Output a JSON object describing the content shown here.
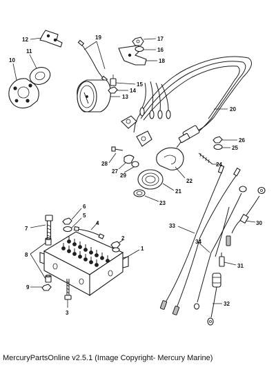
{
  "footer": {
    "text": "MercuryPartsOnline v2.5.1 (Image Copyright- Mercury Marine)"
  },
  "callouts": {
    "c1": "1",
    "c2": "2",
    "c3": "3",
    "c4": "4",
    "c5": "5",
    "c6": "6",
    "c7": "7",
    "c8": "8",
    "c9": "9",
    "c10": "10",
    "c11": "11",
    "c12": "12",
    "c13": "13",
    "c14": "14",
    "c15": "15",
    "c16": "16",
    "c17": "17",
    "c18": "18",
    "c19": "19",
    "c20": "20",
    "c21": "21",
    "c22": "22",
    "c23": "23",
    "c24": "24",
    "c25": "25",
    "c26": "26",
    "c27": "27",
    "c28": "28",
    "c29": "29",
    "c30": "30",
    "c31": "31",
    "c32": "32",
    "c33": "33",
    "c34": "34"
  }
}
